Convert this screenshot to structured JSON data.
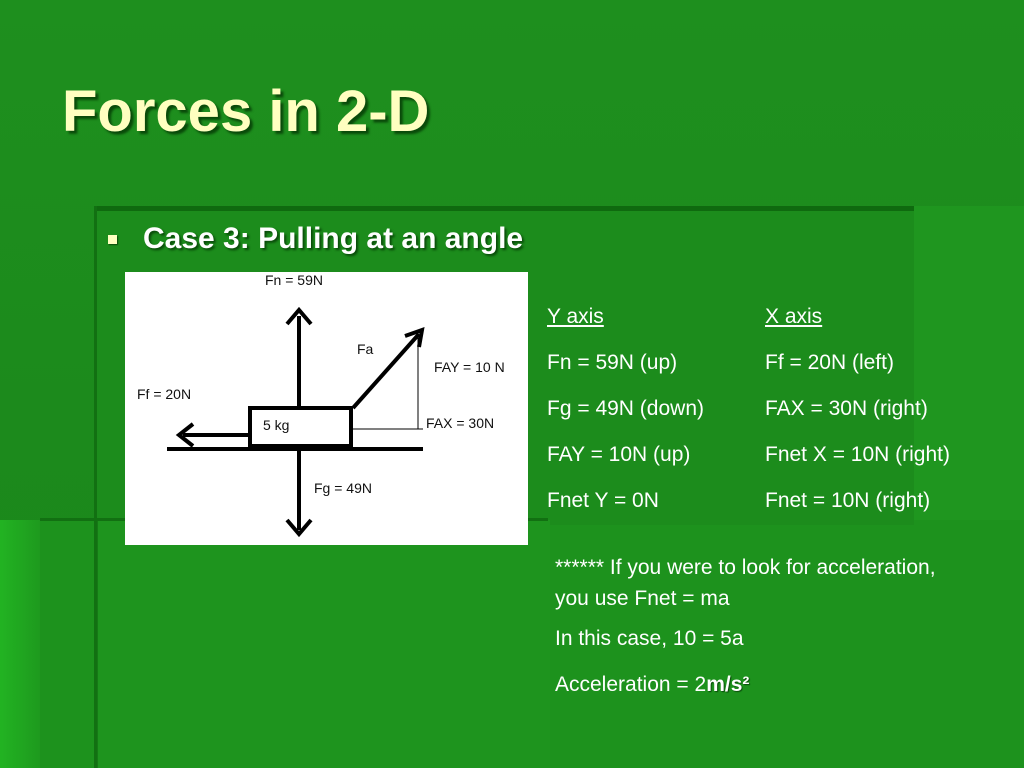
{
  "slide": {
    "title": "Forces in 2-D",
    "bullet": "Case 3: Pulling at an angle"
  },
  "diagram": {
    "fn": "Fn = 59N",
    "fa": "Fa",
    "fay": "FAY = 10 N",
    "ff": "Ff = 20N",
    "mass": "5 kg",
    "fax": "FAX = 30N",
    "fg": "Fg = 49N"
  },
  "y_axis": {
    "header": "Y axis",
    "rows": [
      "Fn = 59N (up)",
      "Fg = 49N (down)",
      "FAY = 10N (up)",
      "Fnet Y = 0N"
    ]
  },
  "x_axis": {
    "header": "X axis",
    "rows": [
      "Ff = 20N (left)",
      "FAX = 30N (right)",
      "Fnet X = 10N (right)",
      "Fnet = 10N (right)"
    ]
  },
  "note": {
    "line1": "****** If you were to look for acceleration, you use Fnet = ma",
    "line2": "In this case, 10 = 5a",
    "line3_prefix": "Acceleration = 2",
    "line3_unit": "m/s²"
  },
  "colors": {
    "background": "#1c8a1c",
    "title": "#ffffc0",
    "text": "#ffffff"
  }
}
